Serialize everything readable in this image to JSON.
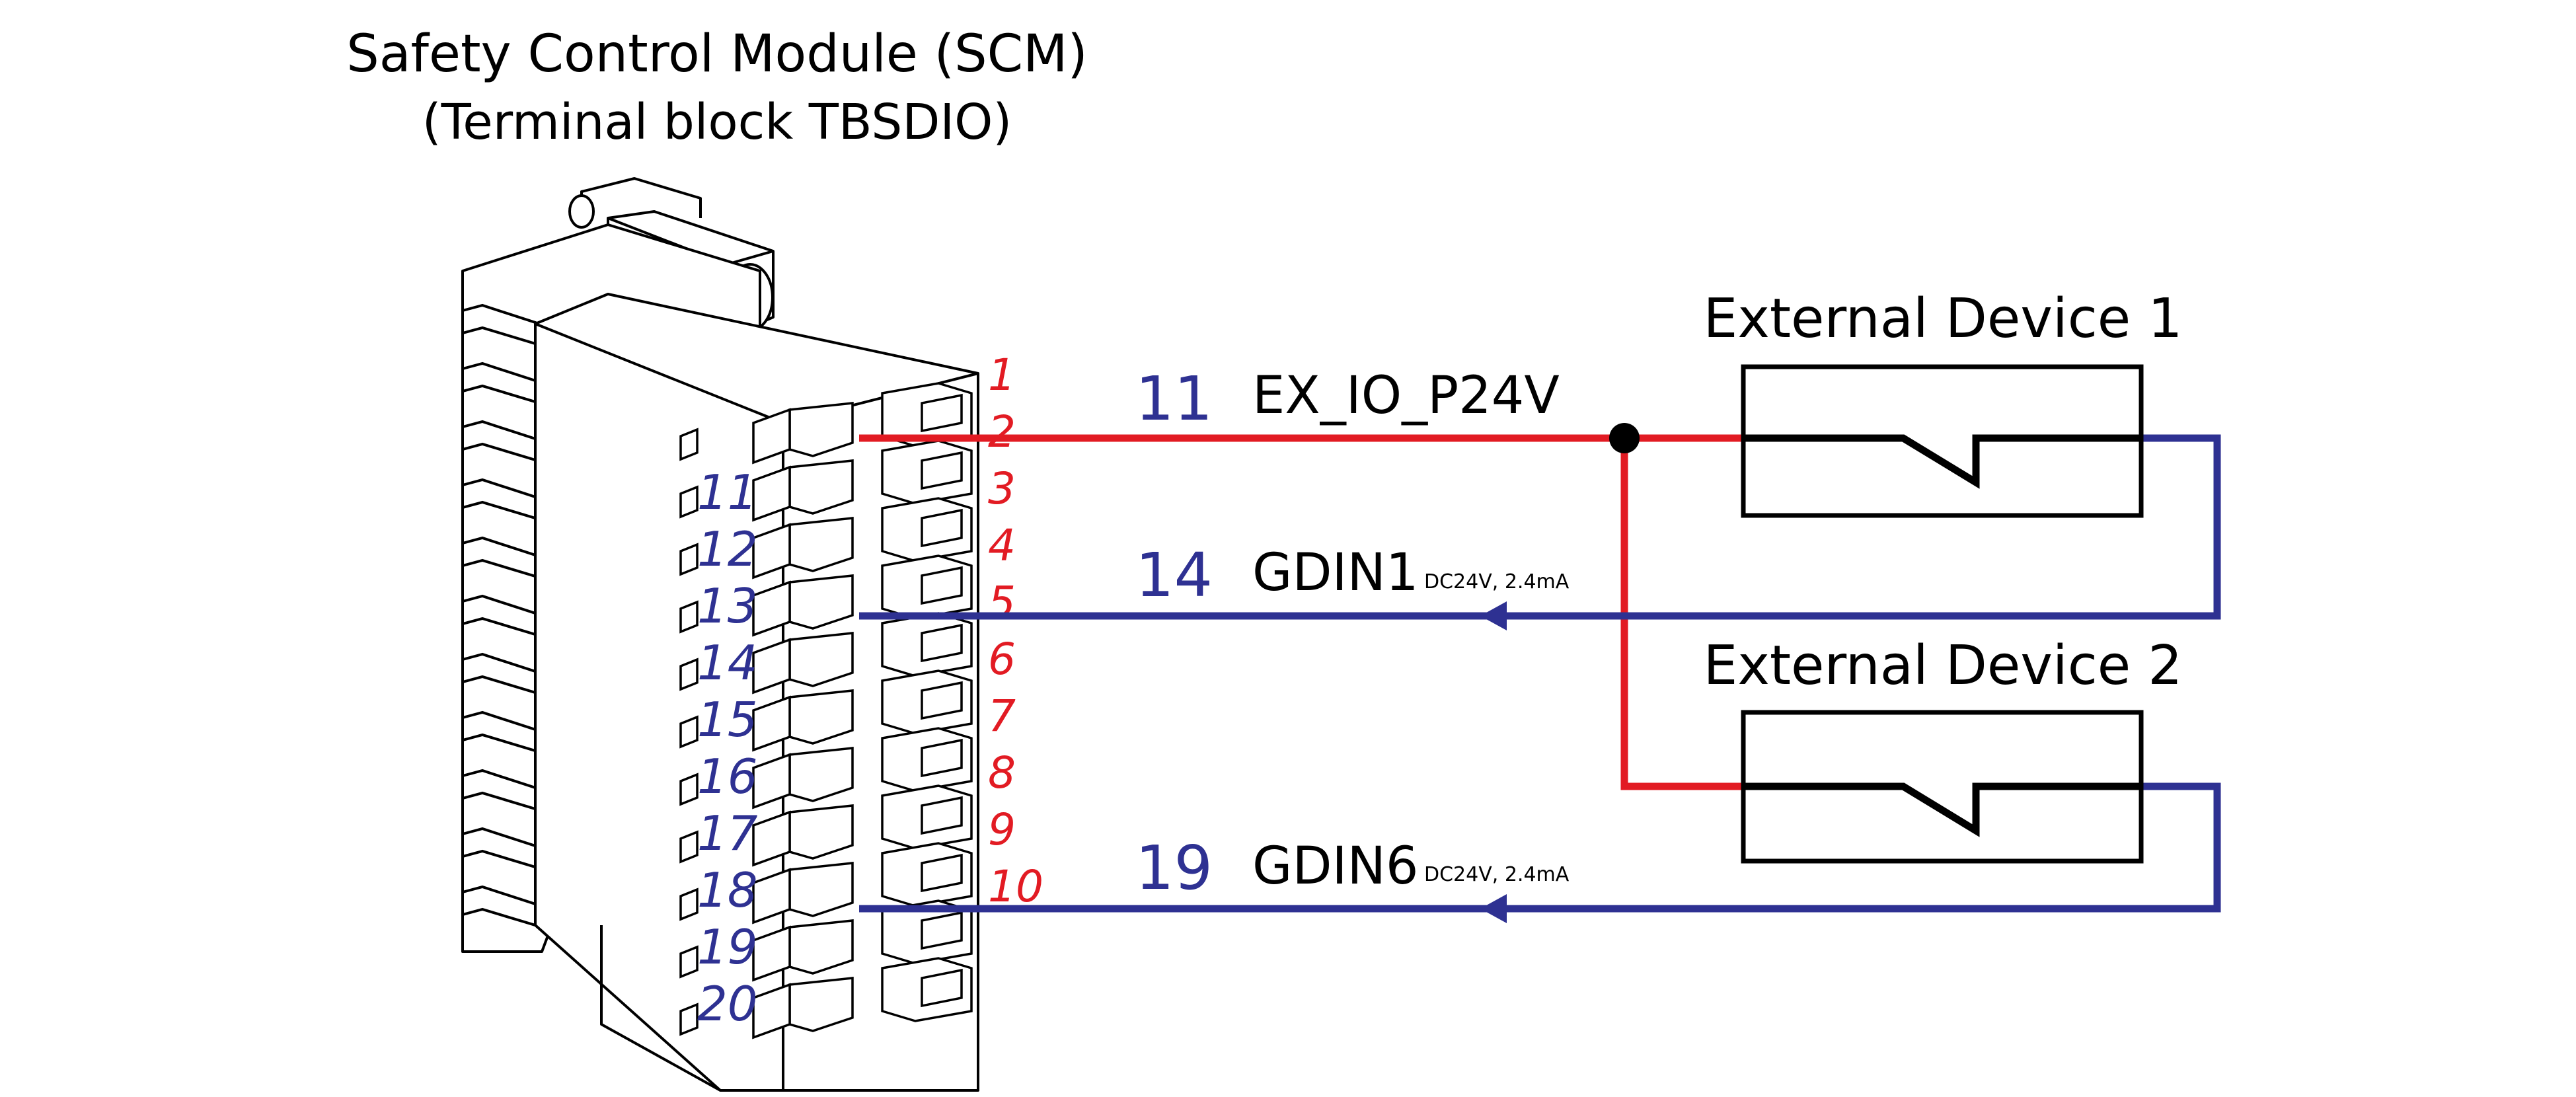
{
  "header": {
    "title": "Safety Control Module (SCM)",
    "subtitle": "(Terminal block TBSDIO)"
  },
  "terminal_block": {
    "red_numbers": [
      "1",
      "2",
      "3",
      "4",
      "5",
      "6",
      "7",
      "8",
      "9",
      "10"
    ],
    "blue_numbers": [
      "11",
      "12",
      "13",
      "14",
      "15",
      "16",
      "17",
      "18",
      "19",
      "20"
    ]
  },
  "signals": [
    {
      "pin": "11",
      "name": "EX_IO_P24V",
      "spec": ""
    },
    {
      "pin": "14",
      "name": "GDIN1",
      "spec": "DC24V, 2.4mA"
    },
    {
      "pin": "19",
      "name": "GDIN6",
      "spec": "DC24V, 2.4mA"
    }
  ],
  "devices": [
    {
      "label": "External Device 1"
    },
    {
      "label": "External Device 2"
    }
  ],
  "colors": {
    "power_wire": "#e21b23",
    "signal_wire": "#2e3192",
    "outline": "#000000"
  }
}
